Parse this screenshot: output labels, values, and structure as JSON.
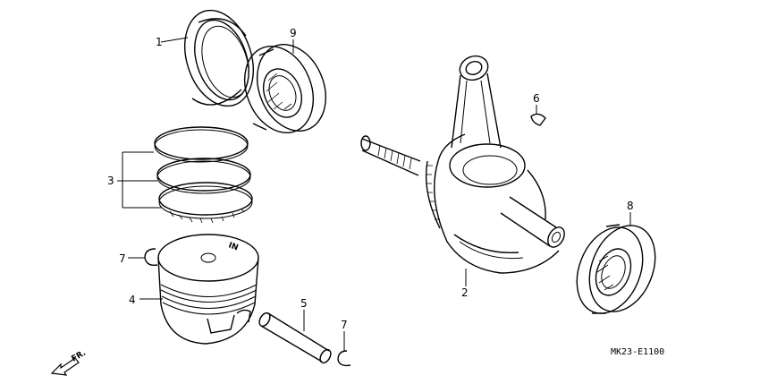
{
  "diagram_code": "MK23-E1100",
  "direction_label": "FR.",
  "callouts": [
    {
      "id": "oil-seal",
      "number": "1"
    },
    {
      "id": "crankshaft",
      "number": "2"
    },
    {
      "id": "piston-rings",
      "number": "3"
    },
    {
      "id": "piston",
      "number": "4"
    },
    {
      "id": "piston-pin",
      "number": "5"
    },
    {
      "id": "woodruff-key",
      "number": "6"
    },
    {
      "id": "pin-clip-upper",
      "number": "7"
    },
    {
      "id": "pin-clip-lower",
      "number": "7"
    },
    {
      "id": "bearing-right",
      "number": "8"
    },
    {
      "id": "bearing-left",
      "number": "9"
    }
  ]
}
